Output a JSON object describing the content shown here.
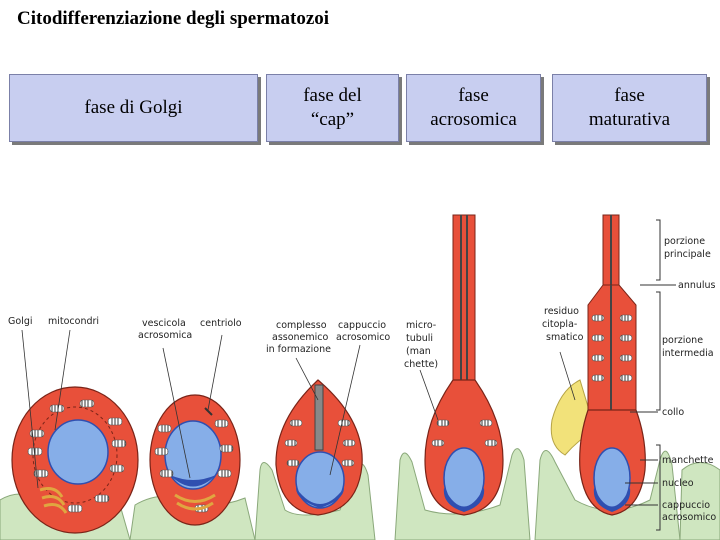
{
  "title": "Citodifferenziazione degli spermatozoi",
  "phases": [
    {
      "label": "fase di Golgi"
    },
    {
      "label": "fase del\n“cap”"
    },
    {
      "label": "fase\nacrosomica"
    },
    {
      "label": "fase\nmaturativa"
    }
  ],
  "labels": {
    "golgi": "Golgi",
    "mitocondri": "mitocondri",
    "vescicola1": "vescicola",
    "vescicola2": "acrosomica",
    "centriolo": "centriolo",
    "complesso1": "complesso",
    "complesso2": "assonemico",
    "complesso3": "in formazione",
    "cappuccio1": "cappuccio",
    "cappuccio2": "acrosomico",
    "micro1": "micro-",
    "micro2": "tubuli",
    "micro3": "(man",
    "micro4": "chette)",
    "residuo1": "residuo",
    "residuo2": "citopla-",
    "residuo3": "smatico",
    "porzione1": "porzione",
    "porzione2": "principale",
    "annulus": "annulus",
    "intermedia1": "porzione",
    "intermedia2": "intermedia",
    "collo": "collo",
    "manchette": "manchette",
    "nucleo": "nucleo",
    "cappuccio_b1": "cappuccio",
    "cappuccio_b2": "acrosomico"
  },
  "colors": {
    "cytoplasm": "#e8503a",
    "nucleus": "#86aee8",
    "acrosome": "#2f4fb0",
    "sertoli": "#cfe6c0",
    "box_fill": "#c8cef0",
    "residual": "#f2e27a"
  }
}
